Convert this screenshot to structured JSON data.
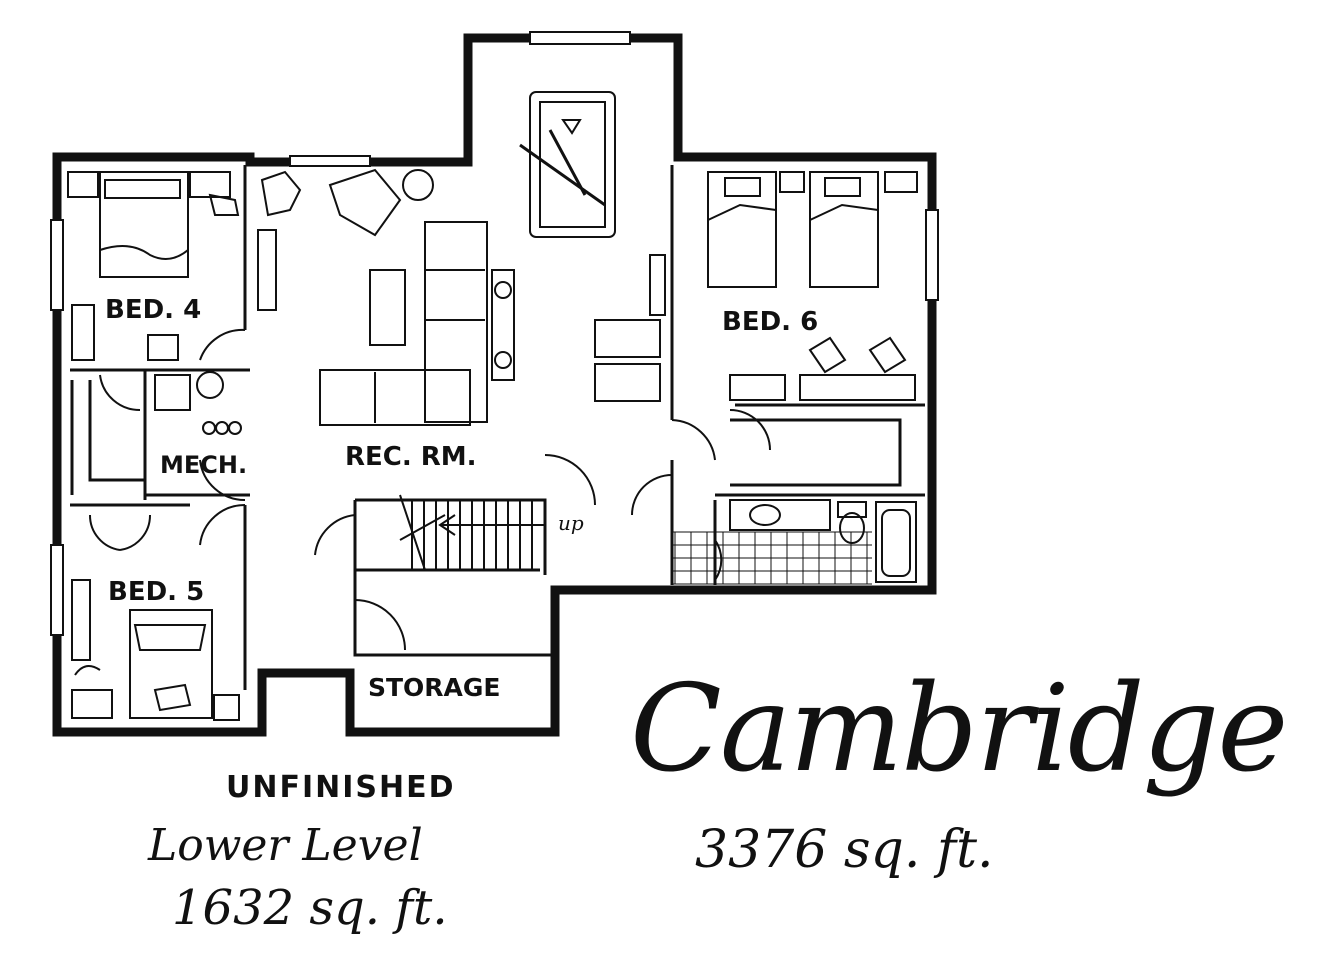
{
  "plan": {
    "rooms": [
      {
        "id": "bed4",
        "label": "BED. 4"
      },
      {
        "id": "bed5",
        "label": "BED. 5"
      },
      {
        "id": "bed6",
        "label": "BED. 6"
      },
      {
        "id": "mech",
        "label": "MECH."
      },
      {
        "id": "rec",
        "label": "REC. RM."
      },
      {
        "id": "storage",
        "label": "STORAGE"
      }
    ],
    "stair_label": "up"
  },
  "captions": {
    "unfinished": "UNFINISHED",
    "level_name": "Lower Level",
    "level_sqft": "1632 sq. ft.",
    "model_name": "Cambridge",
    "total_sqft": "3376 sq. ft."
  },
  "colors": {
    "ink": "#111111",
    "paper": "#ffffff"
  }
}
